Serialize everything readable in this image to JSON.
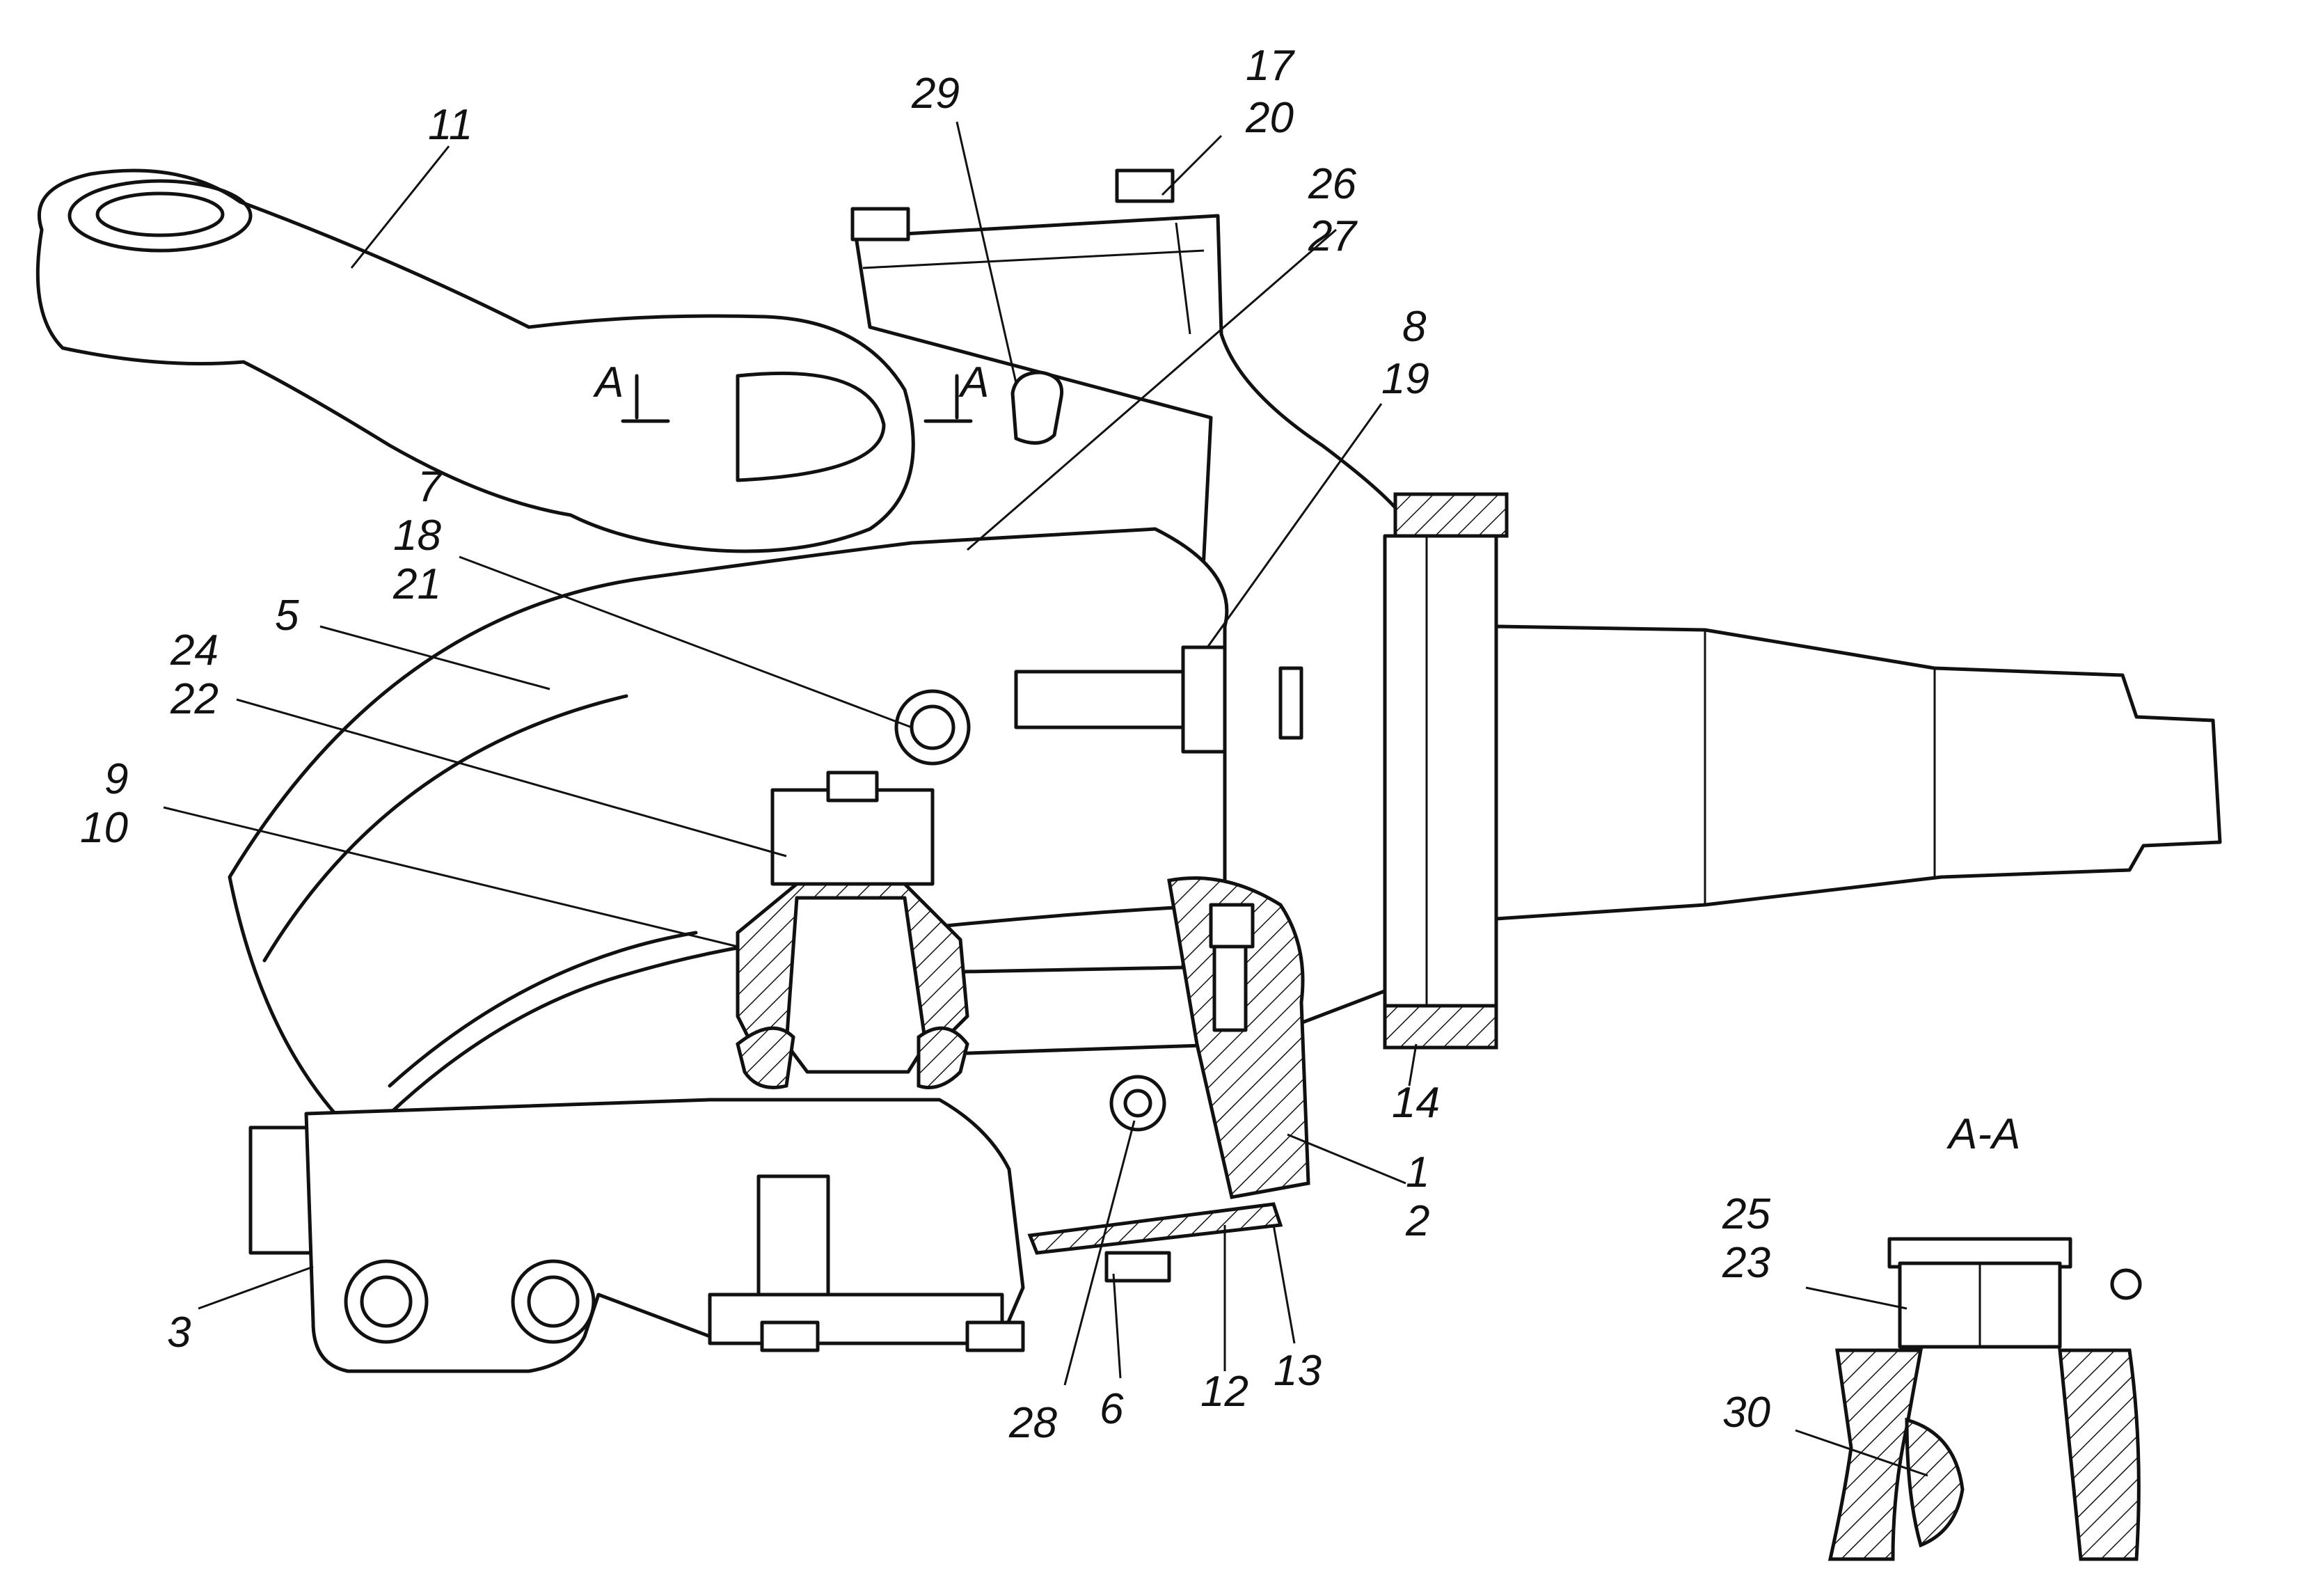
{
  "labels": {
    "l11": "11",
    "l29": "29",
    "l17": "17",
    "l20": "20",
    "l26": "26",
    "l27": "27",
    "l8": "8",
    "l19": "19",
    "lA1": "A",
    "lA2": "A",
    "l7": "7",
    "l18": "18",
    "l21": "21",
    "l24": "24",
    "l22": "22",
    "l5": "5",
    "l9": "9",
    "l10": "10",
    "l14": "14",
    "l1": "1",
    "l2": "2",
    "l3": "3",
    "l28": "28",
    "l6": "6",
    "l12": "12",
    "l13": "13",
    "lAA": "A-A",
    "l25": "25",
    "l23": "23",
    "l30": "30"
  }
}
